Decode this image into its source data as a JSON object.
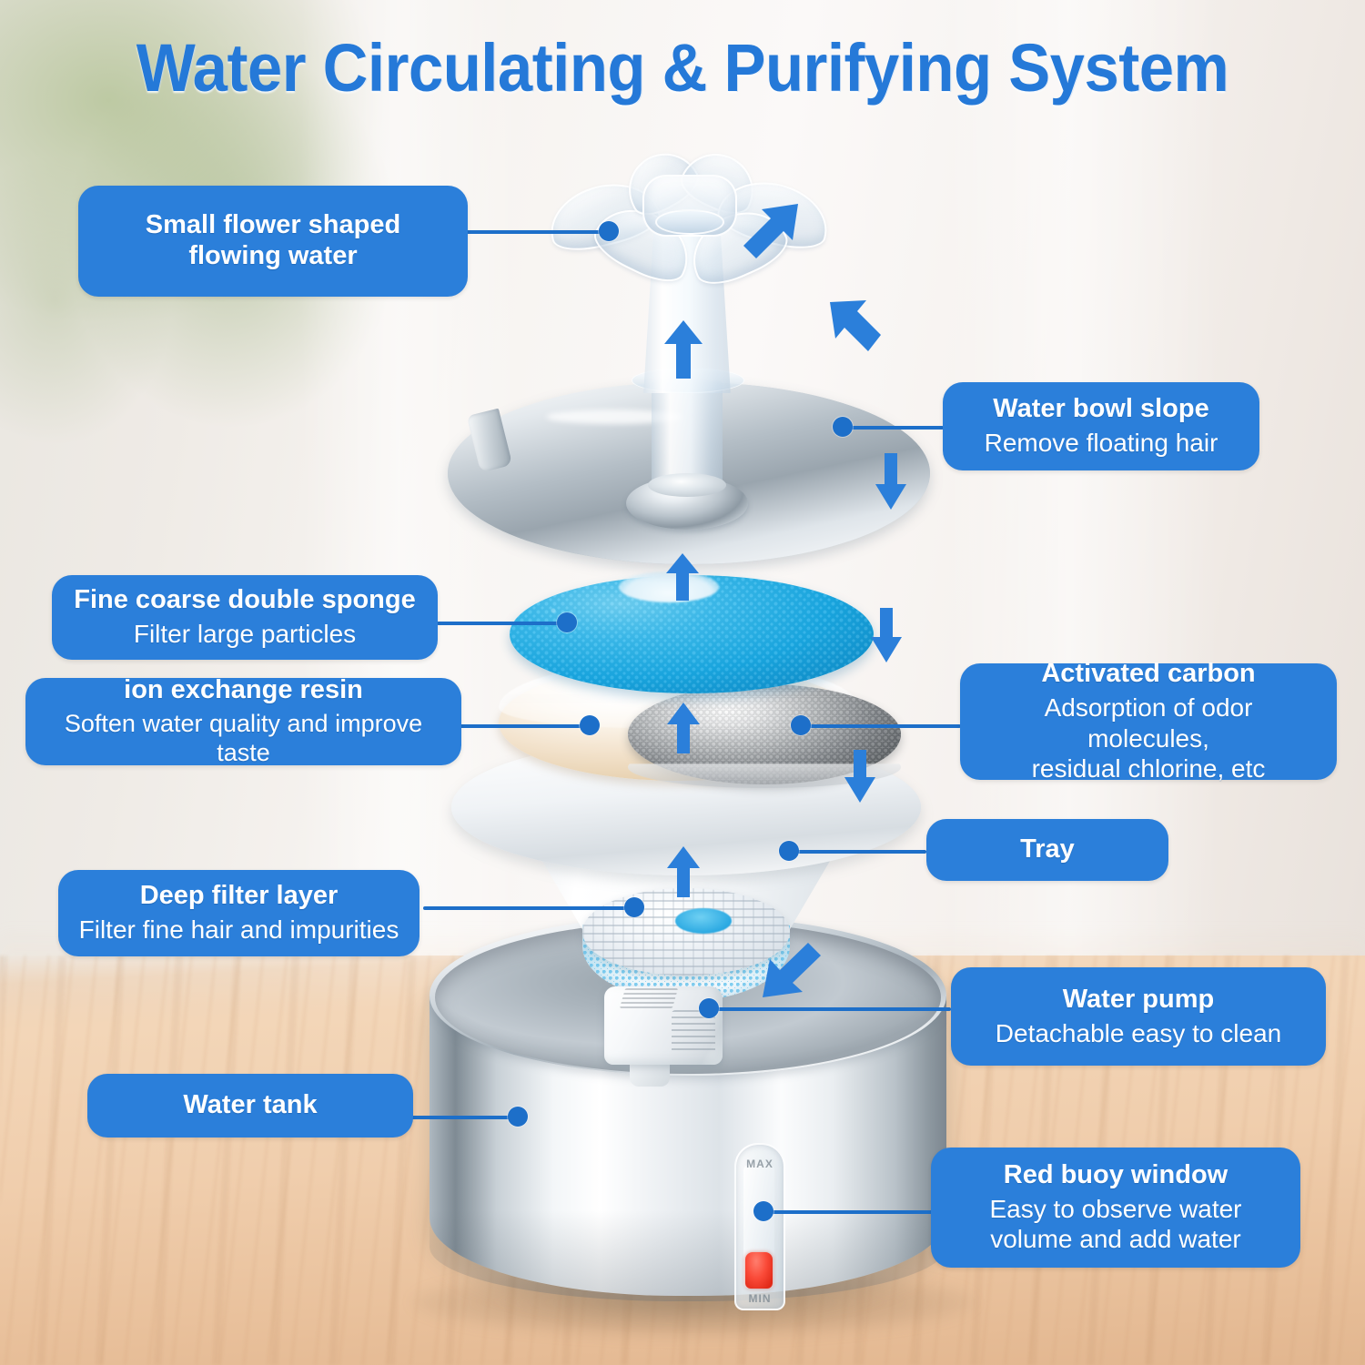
{
  "title": "Water Circulating & Purifying System",
  "colors": {
    "accent_blue": "#2b7fda",
    "leader_blue": "#1d6fc9",
    "title_blue": "#2579d8",
    "sponge_blue": "#1aa9e4",
    "buoy_red": "#fa4a38",
    "wood": "#f3d6b8"
  },
  "callouts": [
    {
      "id": "flower",
      "title": "Small flower shaped",
      "title_line2": "flowing water",
      "sub": ""
    },
    {
      "id": "bowl_slope",
      "title": "Water bowl slope",
      "sub": "Remove floating hair"
    },
    {
      "id": "sponge",
      "title": "Fine coarse double sponge",
      "sub": "Filter large particles"
    },
    {
      "id": "resin",
      "title": "ion exchange resin",
      "sub": "Soften water quality and improve taste"
    },
    {
      "id": "carbon",
      "title": "Activated carbon",
      "sub": "Adsorption of odor molecules,",
      "sub2": "residual chlorine, etc"
    },
    {
      "id": "tray",
      "title": "Tray",
      "sub": ""
    },
    {
      "id": "deep_filter",
      "title": "Deep filter layer",
      "sub": "Filter fine hair and impurities"
    },
    {
      "id": "pump",
      "title": "Water pump",
      "sub": "Detachable easy to clean"
    },
    {
      "id": "tank",
      "title": "Water tank",
      "sub": ""
    },
    {
      "id": "buoy",
      "title": "Red buoy window",
      "sub": "Easy to observe water",
      "sub2": "volume and add water"
    }
  ],
  "buoy_window": {
    "max_label": "MAX",
    "min_label": "MIN"
  }
}
